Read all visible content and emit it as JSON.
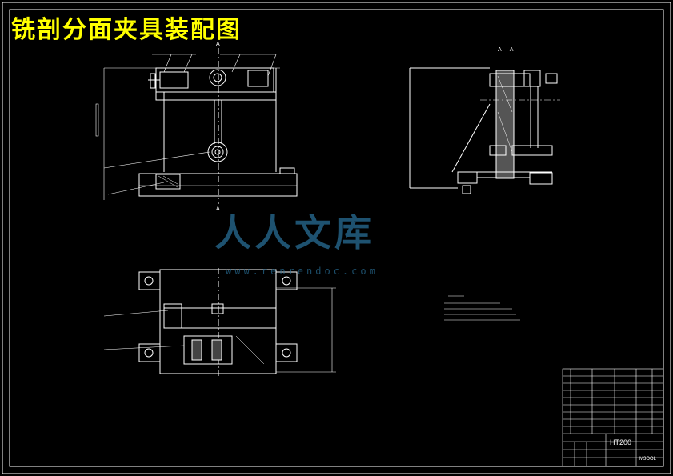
{
  "title": "铣剖分面夹具装配图",
  "watermark": {
    "text": "人人文库",
    "url": "www.renrendoc.com"
  },
  "section_labels": {
    "top": "A",
    "bottom": "A",
    "section_view": "A — A"
  },
  "title_block": {
    "material": "HT200",
    "scale_code": "M3OOL"
  },
  "colors": {
    "background": "#000000",
    "lines": "#ffffff",
    "title": "#ffff00",
    "watermark": "#286e96"
  }
}
